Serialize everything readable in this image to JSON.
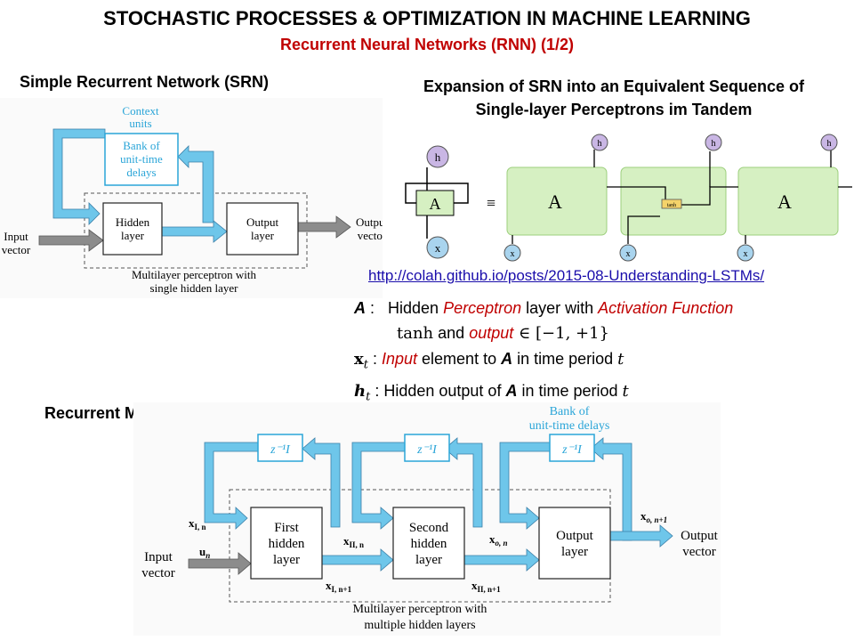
{
  "title": "STOCHASTIC PROCESSES & OPTIMIZATION IN MACHINE LEARNING",
  "subtitle": "Recurrent Neural Networks (RNN) (1/2)",
  "srn": {
    "heading": "Simple Recurrent Network (SRN)",
    "context_label": [
      "Context",
      "units"
    ],
    "bank_label": [
      "Bank of",
      "unit-time",
      "delays"
    ],
    "hidden_label": [
      "Hidden",
      "layer"
    ],
    "output_label": [
      "Output",
      "layer"
    ],
    "input_label": [
      "Input",
      "vector"
    ],
    "output_vector_label": [
      "Output",
      "vector"
    ],
    "mlp_label": [
      "Multilayer perceptron with",
      "single hidden layer"
    ]
  },
  "expansion": {
    "heading_line1": "Expansion of SRN into an Equivalent Sequence of",
    "heading_line2": "Single-layer Perceptrons im Tandem",
    "cell_A": "A",
    "equiv": "≡",
    "h_t": "h",
    "x_t": "x",
    "h_prev": "h",
    "h_next": "h",
    "tanh": "tanh",
    "link": "http://colah.github.io/posts/2015-08-Understanding-LSTMs/"
  },
  "definitions": {
    "a_sym": "A",
    "a_colon": " :",
    "a_text1": "Hidden ",
    "a_perceptron": "Perceptron",
    "a_text2": " layer with ",
    "a_activation": "Activation Function",
    "a_tanh": "tanh",
    "a_and": " and ",
    "a_output": "output",
    "a_range": " ∈ [−1, +1}",
    "x_sym": "x",
    "x_sub": "t",
    "x_colon": " : ",
    "x_input": "Input",
    "x_text": " element to ",
    "x_A": "A",
    "x_period": " in time period ",
    "x_t": "t",
    "h_sym": "h",
    "h_sub": "t",
    "h_colon": " : ",
    "h_text": "Hidden output of ",
    "h_A": "A",
    "h_period": " in time period ",
    "h_t": "t"
  },
  "rmlp": {
    "heading": "Recurrent Multilayer Perceptron (RMLP)",
    "bank_label": [
      "Bank of",
      "unit-time delays"
    ],
    "delay": "z⁻¹I",
    "first_hidden": [
      "First",
      "hidden",
      "layer"
    ],
    "second_hidden": [
      "Second",
      "hidden",
      "layer"
    ],
    "output_layer": [
      "Output",
      "layer"
    ],
    "input_vector": [
      "Input",
      "vector"
    ],
    "output_vector": [
      "Output",
      "vector"
    ],
    "x_I_n": "x",
    "u_n": "u",
    "x_II_n": "x",
    "x_o_n": "x",
    "x_o_n1": "x",
    "x_I_n1": "x",
    "x_II_n1": "x",
    "mlp_label": [
      "Multilayer perceptron with",
      "multiple hidden layers"
    ]
  },
  "colors": {
    "arrow_blue": "#6ec6ea",
    "arrow_gray": "#8c8c8c",
    "cell_green": "#d6f0c2",
    "red": "#c00000",
    "delay_text": "#2aa5d8"
  }
}
